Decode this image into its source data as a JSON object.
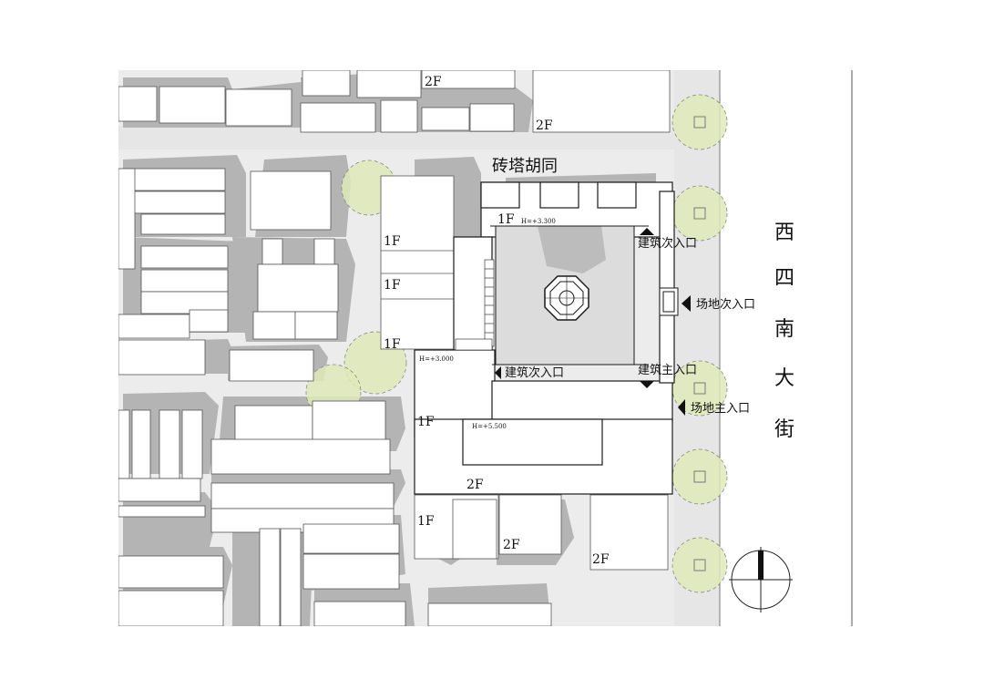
{
  "map": {
    "street_north": "砖塔胡同",
    "street_east_chars": [
      "西",
      "四",
      "南",
      "大",
      "街"
    ],
    "floor_labels": {
      "f2_top_a": "2F",
      "f2_top_b": "2F",
      "f1_court": "1F",
      "f1_west_a": "1F",
      "f1_west_b": "1F",
      "f1_west_c": "1F",
      "f1_south": "1F",
      "f2_south_a": "2F",
      "f1_southwest": "1F",
      "f2_south_b": "2F",
      "f2_south_c": "2F"
    },
    "elevations": {
      "court": "H=+3.300",
      "west": "H=+3.000",
      "south": "H=+5.500"
    },
    "entrances": {
      "building_secondary_north": "建筑次入口",
      "site_secondary": "场地次入口",
      "building_secondary_west": "建筑次入口",
      "building_main": "建筑主入口",
      "site_main": "场地主入口"
    },
    "icons": [
      "north-arrow-icon",
      "pavilion-icon",
      "tree-icon",
      "entrance-arrow-icon"
    ],
    "colors": {
      "shadow": "#b4b4b4",
      "road": "#e6e6e6",
      "tree": "#dfe9b8",
      "building": "#ffffff",
      "line": "#1a1a1a"
    }
  }
}
